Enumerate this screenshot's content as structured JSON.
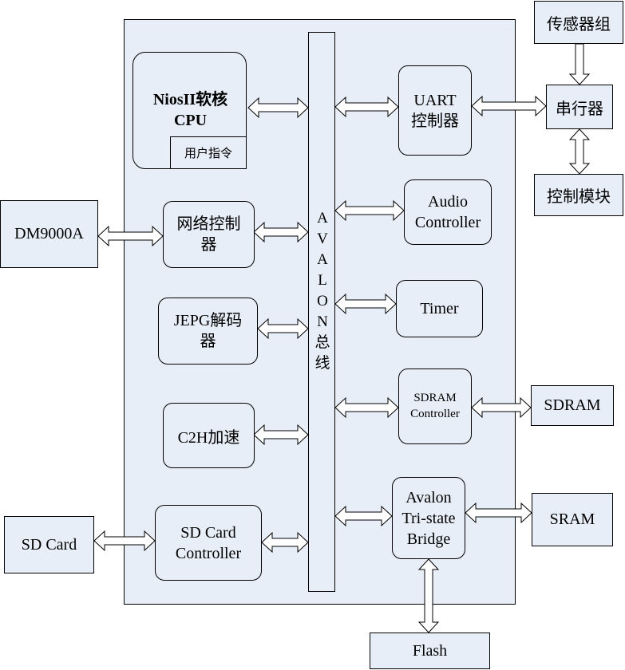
{
  "soc": {
    "cpu": {
      "line1": "NiosII软核",
      "line2": "CPU",
      "user_instr": "用户指令"
    },
    "network": {
      "line1": "网络控制",
      "line2": "器"
    },
    "jpeg": {
      "line1": "JEPG解码",
      "line2": "器"
    },
    "c2h": {
      "label": "C2H加速"
    },
    "sdcard_ctrl": {
      "line1": "SD Card",
      "line2": "Controller"
    },
    "bus": {
      "letters": [
        "A",
        "V",
        "A",
        "L",
        "O",
        "N",
        "总",
        "线"
      ]
    },
    "uart": {
      "line1": "UART",
      "line2": "控制器"
    },
    "audio": {
      "line1": "Audio",
      "line2": "Controller"
    },
    "timer": {
      "label": "Timer"
    },
    "sdram_ctrl": {
      "line1": "SDRAM",
      "line2": "Controller"
    },
    "tristate": {
      "line1": "Avalon",
      "line2": "Tri-state",
      "line3": "Bridge"
    }
  },
  "external": {
    "dm9000a": "DM9000A",
    "sd_card": "SD Card",
    "sensor_group": "传感器组",
    "serializer": "串行器",
    "control_module": "控制模块",
    "sdram": "SDRAM",
    "sram": "SRAM",
    "flash": "Flash"
  },
  "colors": {
    "fill": "#e8eef7",
    "stroke": "#000000",
    "background": "#ffffff"
  }
}
